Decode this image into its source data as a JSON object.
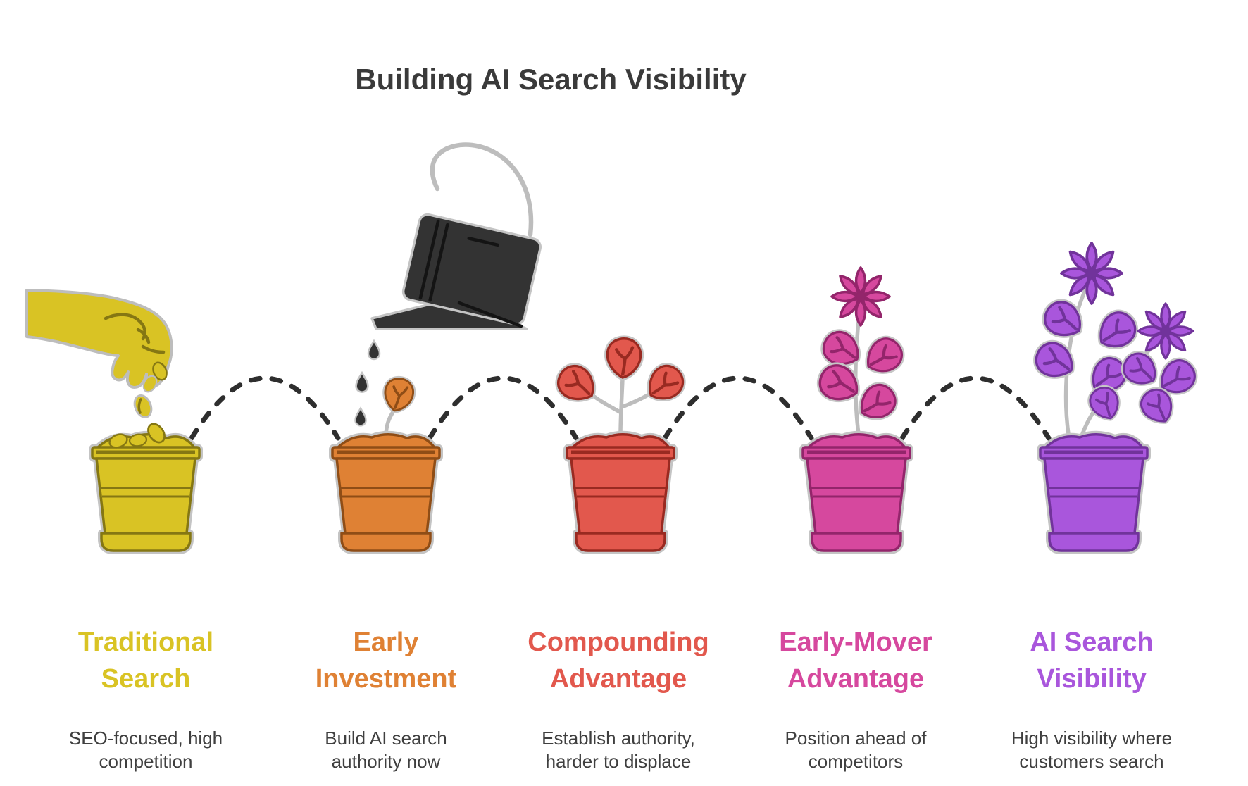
{
  "title": "Building AI Search Visibility",
  "palette": {
    "background": "#FFFFFF",
    "title_text": "#3A3A3A",
    "description_text": "#3F3F3F",
    "outline_gray": "#C4C4C4",
    "stem_gray": "#BDBDBD",
    "dash_line": "#2E2E2E",
    "can_color": "#333333"
  },
  "stages": [
    {
      "id": "traditional-search",
      "label": "Traditional\nSearch",
      "description": "SEO-focused, high\ncompetition",
      "color": "#D9C324",
      "color_dark": "#857713",
      "icon": "hand-dropping-seeds"
    },
    {
      "id": "early-investment",
      "label": "Early\nInvestment",
      "description": "Build AI search\nauthority now",
      "color": "#DF8134",
      "color_dark": "#8F4D16",
      "icon": "watering-can-over-sprout"
    },
    {
      "id": "compounding-advantage",
      "label": "Compounding\nAdvantage",
      "description": "Establish authority,\nharder to displace",
      "color": "#E2584D",
      "color_dark": "#992A21",
      "icon": "young-plant-three-leaves"
    },
    {
      "id": "early-mover-advantage",
      "label": "Early-Mover\nAdvantage",
      "description": "Position ahead of\ncompetitors",
      "color": "#D6489E",
      "color_dark": "#93256B",
      "icon": "flowering-plant"
    },
    {
      "id": "ai-search-visibility",
      "label": "AI Search\nVisibility",
      "description": "High visibility where\ncustomers search",
      "color": "#A956DC",
      "color_dark": "#71339B",
      "icon": "full-bloom-plant-two-flowers"
    }
  ]
}
